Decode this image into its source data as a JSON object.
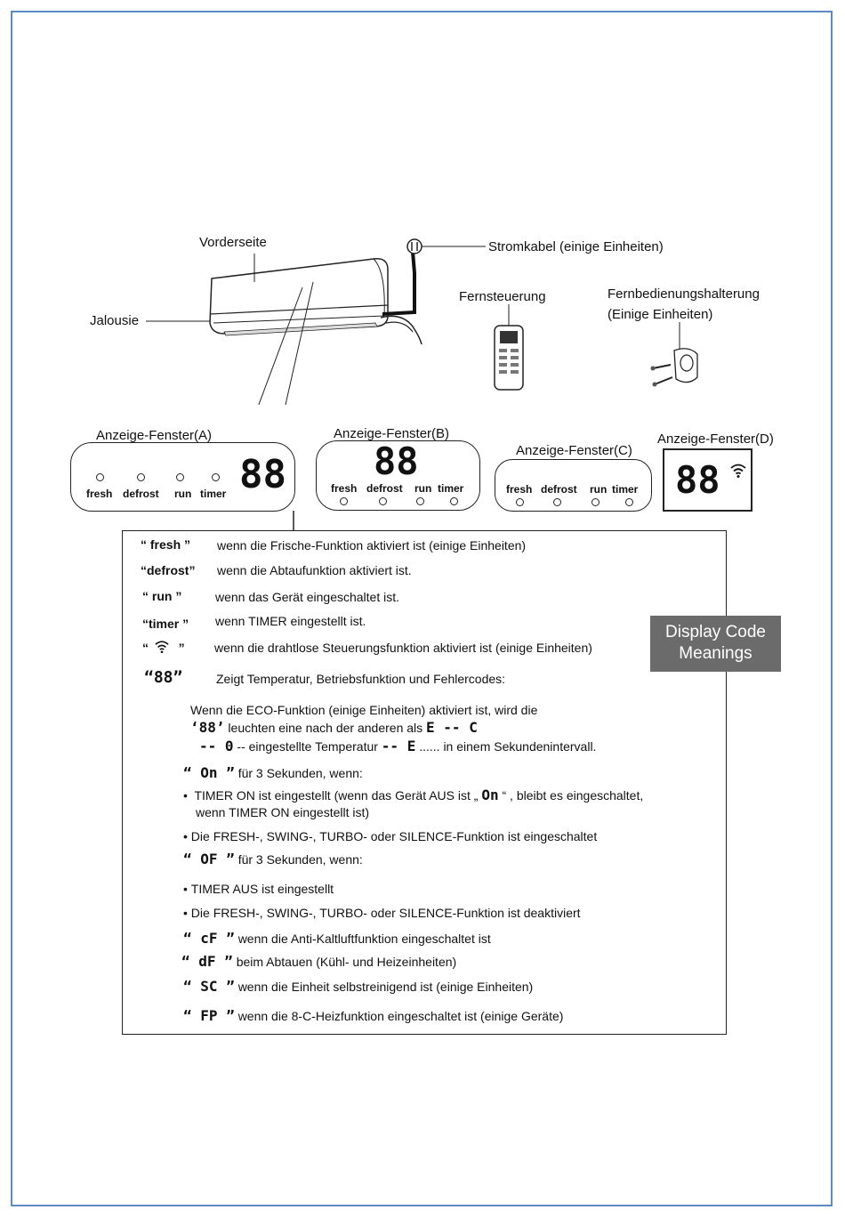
{
  "diagram": {
    "front_label": "Vorderseite",
    "louver_label": "Jalousie",
    "cable_label": "Stromkabel (einige Einheiten)",
    "remote_label": "Fernsteuerung",
    "holder_label_line1": "Fernbedienungshalterung",
    "holder_label_line2": "(Einige Einheiten)"
  },
  "panels": {
    "a": {
      "title": "Anzeige-Fenster(A)",
      "digits": "88",
      "indicators": [
        "fresh",
        "defrost",
        "run",
        "timer"
      ]
    },
    "b": {
      "title": "Anzeige-Fenster(B)",
      "digits": "88",
      "indicators": [
        "fresh",
        "defrost",
        "run",
        "timer"
      ]
    },
    "c": {
      "title": "Anzeige-Fenster(C)",
      "indicators": [
        "fresh",
        "defrost",
        "run",
        "timer"
      ]
    },
    "d": {
      "title": "Anzeige-Fenster(D)",
      "digits": "88"
    }
  },
  "legend": {
    "fresh_code": "“ fresh ”",
    "fresh_text": "wenn die Frische-Funktion aktiviert ist (einige Einheiten)",
    "defrost_code": "“defrost”",
    "defrost_text": "wenn die Abtaufunktion aktiviert ist.",
    "run_code": "“ run ”",
    "run_text": "wenn das Gerät eingeschaltet ist.",
    "timer_code": "“timer ”",
    "timer_text": "wenn TIMER eingestellt ist.",
    "wifi_text": "wenn die drahtlose Steuerungsfunktion aktiviert ist (einige Einheiten)",
    "eight_code": "“88”",
    "eight_text": "Zeigt Temperatur, Betriebsfunktion und Fehlercodes:",
    "eco_line1": "Wenn die ECO-Funktion (einige Einheiten) aktiviert ist, wird die",
    "eco_line2_code": "‘88’",
    "eco_line2_text": "leuchten eine nach der anderen als",
    "eco_line2_sym": "E -- C",
    "eco_line3_sym": "-- 0",
    "eco_line3_text": "-- eingestellte Temperatur",
    "eco_line3_sym2": "-- E",
    "eco_line3_tail": "...... in einem Sekundenintervall.",
    "on_code": "“ On ”",
    "on_text": "für 3 Sekunden, wenn:",
    "on_bullet1_a": "TIMER ON ist eingestellt (wenn das Gerät AUS ist „",
    "on_bullet1_sym": "On",
    "on_bullet1_b": "“ , bleibt es eingeschaltet,",
    "on_bullet1_c": "wenn TIMER ON eingestellt ist)",
    "on_bullet2": "Die FRESH-, SWING-, TURBO- oder SILENCE-Funktion ist eingeschaltet",
    "of_code": "“ OF ”",
    "of_text": "für 3 Sekunden, wenn:",
    "of_bullet1": "TIMER AUS ist eingestellt",
    "of_bullet2": "Die FRESH-, SWING-, TURBO- oder SILENCE-Funktion ist deaktiviert",
    "cf_code": "“ cF ”",
    "cf_text": "wenn die Anti-Kaltluftfunktion eingeschaltet ist",
    "df_code": "“ dF ”",
    "df_text": "beim Abtauen (Kühl- und Heizeinheiten)",
    "sc_code": "“ SC ”",
    "sc_text": "wenn die Einheit selbstreinigend ist (einige Einheiten)",
    "fp_code": "“ FP ”",
    "fp_text": "wenn die 8-C-Heizfunktion eingeschaltet ist (einige Geräte)"
  },
  "badge": {
    "line1": "Display Code",
    "line2": "Meanings"
  },
  "colors": {
    "border": "#5b8bc5",
    "badge": "#6b6b6b"
  },
  "icons": [
    "wifi-icon",
    "remote-control-icon",
    "remote-holder-icon",
    "power-plug-icon"
  ]
}
